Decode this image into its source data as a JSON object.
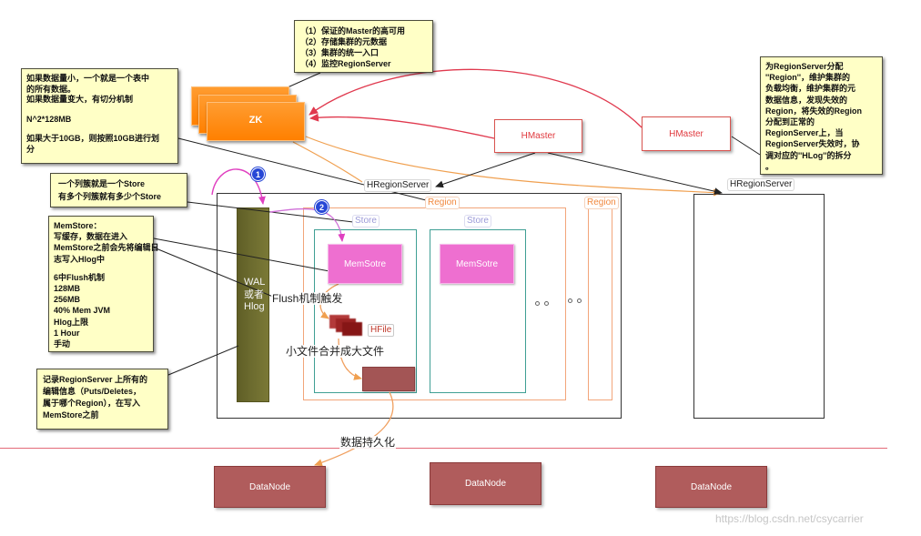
{
  "colors": {
    "note_fill": "#ffffc6",
    "zk": "#ff8000",
    "hmaster": "#e0393e",
    "region": "#f0883e",
    "store": "#9b9ad8",
    "store_border": "#3f9f94",
    "memstore": "#ee6fd0",
    "wal": "#6b6a2e",
    "datanode": "#b05c5c",
    "divider": "#e46a78"
  },
  "notes": {
    "zk_roles": {
      "lines": [
        "（1）保证的Master的高可用",
        "（2）存储集群的元数据",
        "（3）集群的统一入口",
        "（4）监控RegionServer"
      ]
    },
    "region_split": {
      "paragraphs": [
        [
          "如果数据量小，一个就是一个表中",
          "的所有数据。",
          "如果数据量变大，有切分机制"
        ],
        [
          "N^2*128MB"
        ],
        [
          "如果大于10GB，则按照10GB进行划",
          "分"
        ]
      ]
    },
    "hmaster_duties": {
      "lines": [
        "为RegionServer分配",
        "''Region''，维护集群的",
        "负载均衡，维护集群的元",
        "数据信息，发现失效的",
        "Region，将失效的Region",
        "分配到正常的",
        "RegionServer上，当",
        "RegionServer失效时，协",
        "调对应的''HLog''的拆分",
        "。"
      ]
    },
    "store": {
      "lines": [
        "一个列簇就是一个Store",
        "有多个列簇就有多少个Store"
      ]
    },
    "memstore": {
      "description": [
        "MemStore：",
        "写缓存，数据在进入",
        "MemStore之前会先将编辑日",
        "志写入Hlog中"
      ],
      "flush_triggers": [
        "6中Flush机制",
        "128MB",
        "256MB",
        "40% Mem JVM",
        "Hlog上限",
        "1 Hour",
        "手动"
      ]
    },
    "wal": {
      "lines": [
        "记录RegionServer 上所有的",
        "编辑信息（Puts/Deletes，",
        "属于哪个Region），在写入",
        "MemStore之前"
      ]
    }
  },
  "zookeeper": {
    "label": "ZK"
  },
  "hmasters": [
    {
      "label": "HMaster"
    },
    {
      "label": "HMaster"
    }
  ],
  "region_servers": [
    {
      "label": "HRegionServer"
    },
    {
      "label": "HRegionServer"
    }
  ],
  "regions": [
    {
      "label": "Region"
    },
    {
      "label": "Region"
    }
  ],
  "stores": [
    {
      "label": "Store",
      "memstore_label": "MemSotre"
    },
    {
      "label": "Store",
      "memstore_label": "MemSotre"
    }
  ],
  "wal_block": {
    "lines": [
      "WAL",
      "或者",
      "Hlog"
    ]
  },
  "flow": {
    "flush_trigger": "Flush机制触发",
    "hfile": "HFile",
    "compaction": "小文件合并成大文件",
    "persistence": "数据持久化"
  },
  "steps": [
    "1",
    "2"
  ],
  "datanodes": [
    {
      "label": "DataNode"
    },
    {
      "label": "DataNode"
    },
    {
      "label": "DataNode"
    }
  ],
  "watermark": "https://blog.csdn.net/csycarrier"
}
